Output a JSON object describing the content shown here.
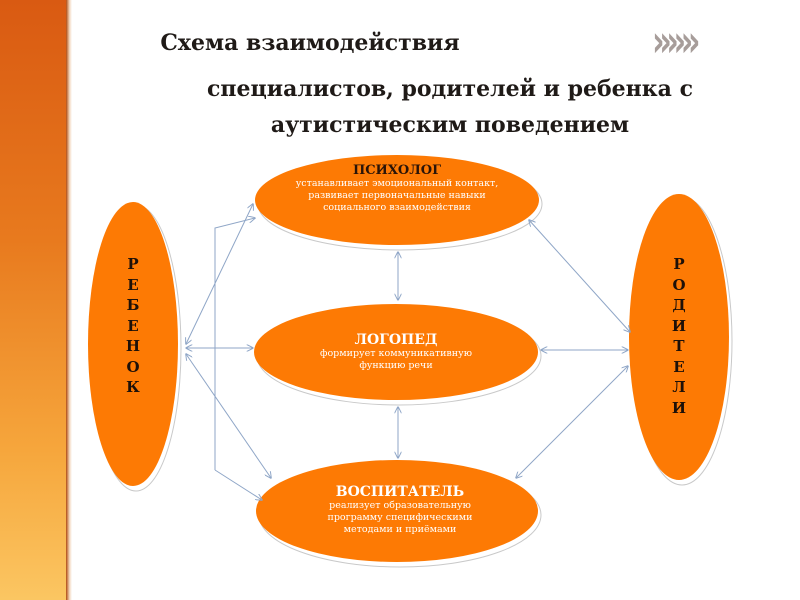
{
  "title": {
    "line1": "Схема взаимодействия",
    "line2": "специалистов, родителей и ребенка с",
    "line3": "аутистическим поведением"
  },
  "chevron_icon": "»»»",
  "left_node": {
    "letters": [
      "Р",
      "Е",
      "Б",
      "Е",
      "Н",
      "О",
      "К"
    ]
  },
  "right_node": {
    "letters": [
      "Р",
      "О",
      "Д",
      "И",
      "Т",
      "Е",
      "Л",
      "И"
    ]
  },
  "nodes": {
    "psychologist": {
      "title": "ПСИХОЛОГ",
      "desc": "устанавливает эмоциональный контакт, развивает первоначальные навыки социального взаимодействия"
    },
    "speech_therapist": {
      "title": "ЛОГОПЕД",
      "desc": "формирует коммуникативную функцию  речи"
    },
    "educator": {
      "title": "ВОСПИТАТЕЛЬ",
      "desc": "реализует образовательную программу специфическими методами и приёмами"
    }
  },
  "colors": {
    "node_fill": "#fd7a04",
    "node_shadow": "#ffffff",
    "arrow": "#8fa6c7"
  }
}
